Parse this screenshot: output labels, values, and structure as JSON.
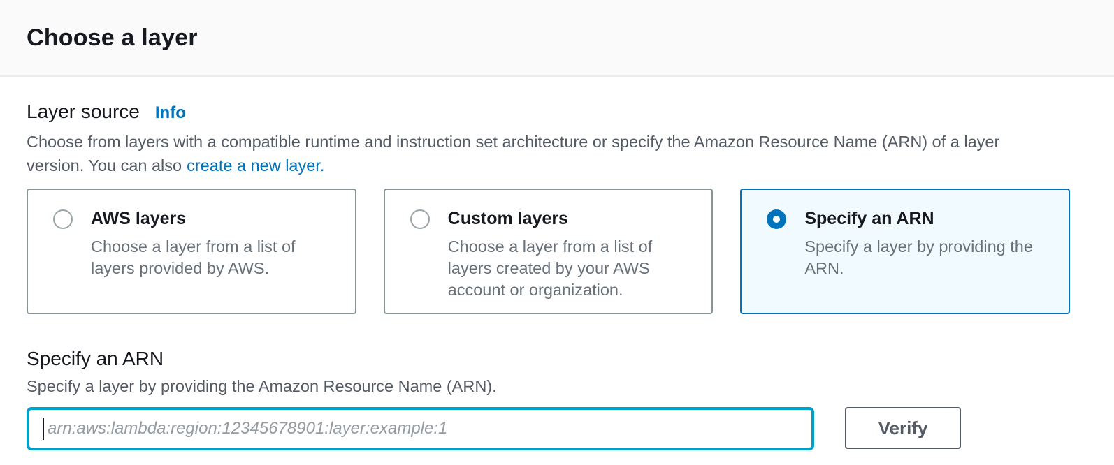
{
  "colors": {
    "accent_blue": "#0073bb",
    "selected_tile_bg": "#f1faff",
    "focus_border": "#00a1c9",
    "heading_text": "#16191f",
    "body_text": "#545b64",
    "header_bg": "#fafafa"
  },
  "header": {
    "title": "Choose a layer"
  },
  "layer_source": {
    "label": "Layer source",
    "info_link": "Info",
    "description": "Choose from layers with a compatible runtime and instruction set architecture or specify the Amazon Resource Name (ARN) of a layer version. You can also",
    "create_layer_link": "create a new layer.",
    "options": [
      {
        "title": "AWS layers",
        "description": "Choose a layer from a list of layers provided by AWS.",
        "selected": false
      },
      {
        "title": "Custom layers",
        "description": "Choose a layer from a list of layers created by your AWS account or organization.",
        "selected": false
      },
      {
        "title": "Specify an ARN",
        "description": "Specify a layer by providing the ARN.",
        "selected": true
      }
    ]
  },
  "arn_form": {
    "title": "Specify an ARN",
    "description": "Specify a layer by providing the Amazon Resource Name (ARN).",
    "input_value": "",
    "input_placeholder": "arn:aws:lambda:region:12345678901:layer:example:1",
    "verify_button_label": "Verify"
  }
}
